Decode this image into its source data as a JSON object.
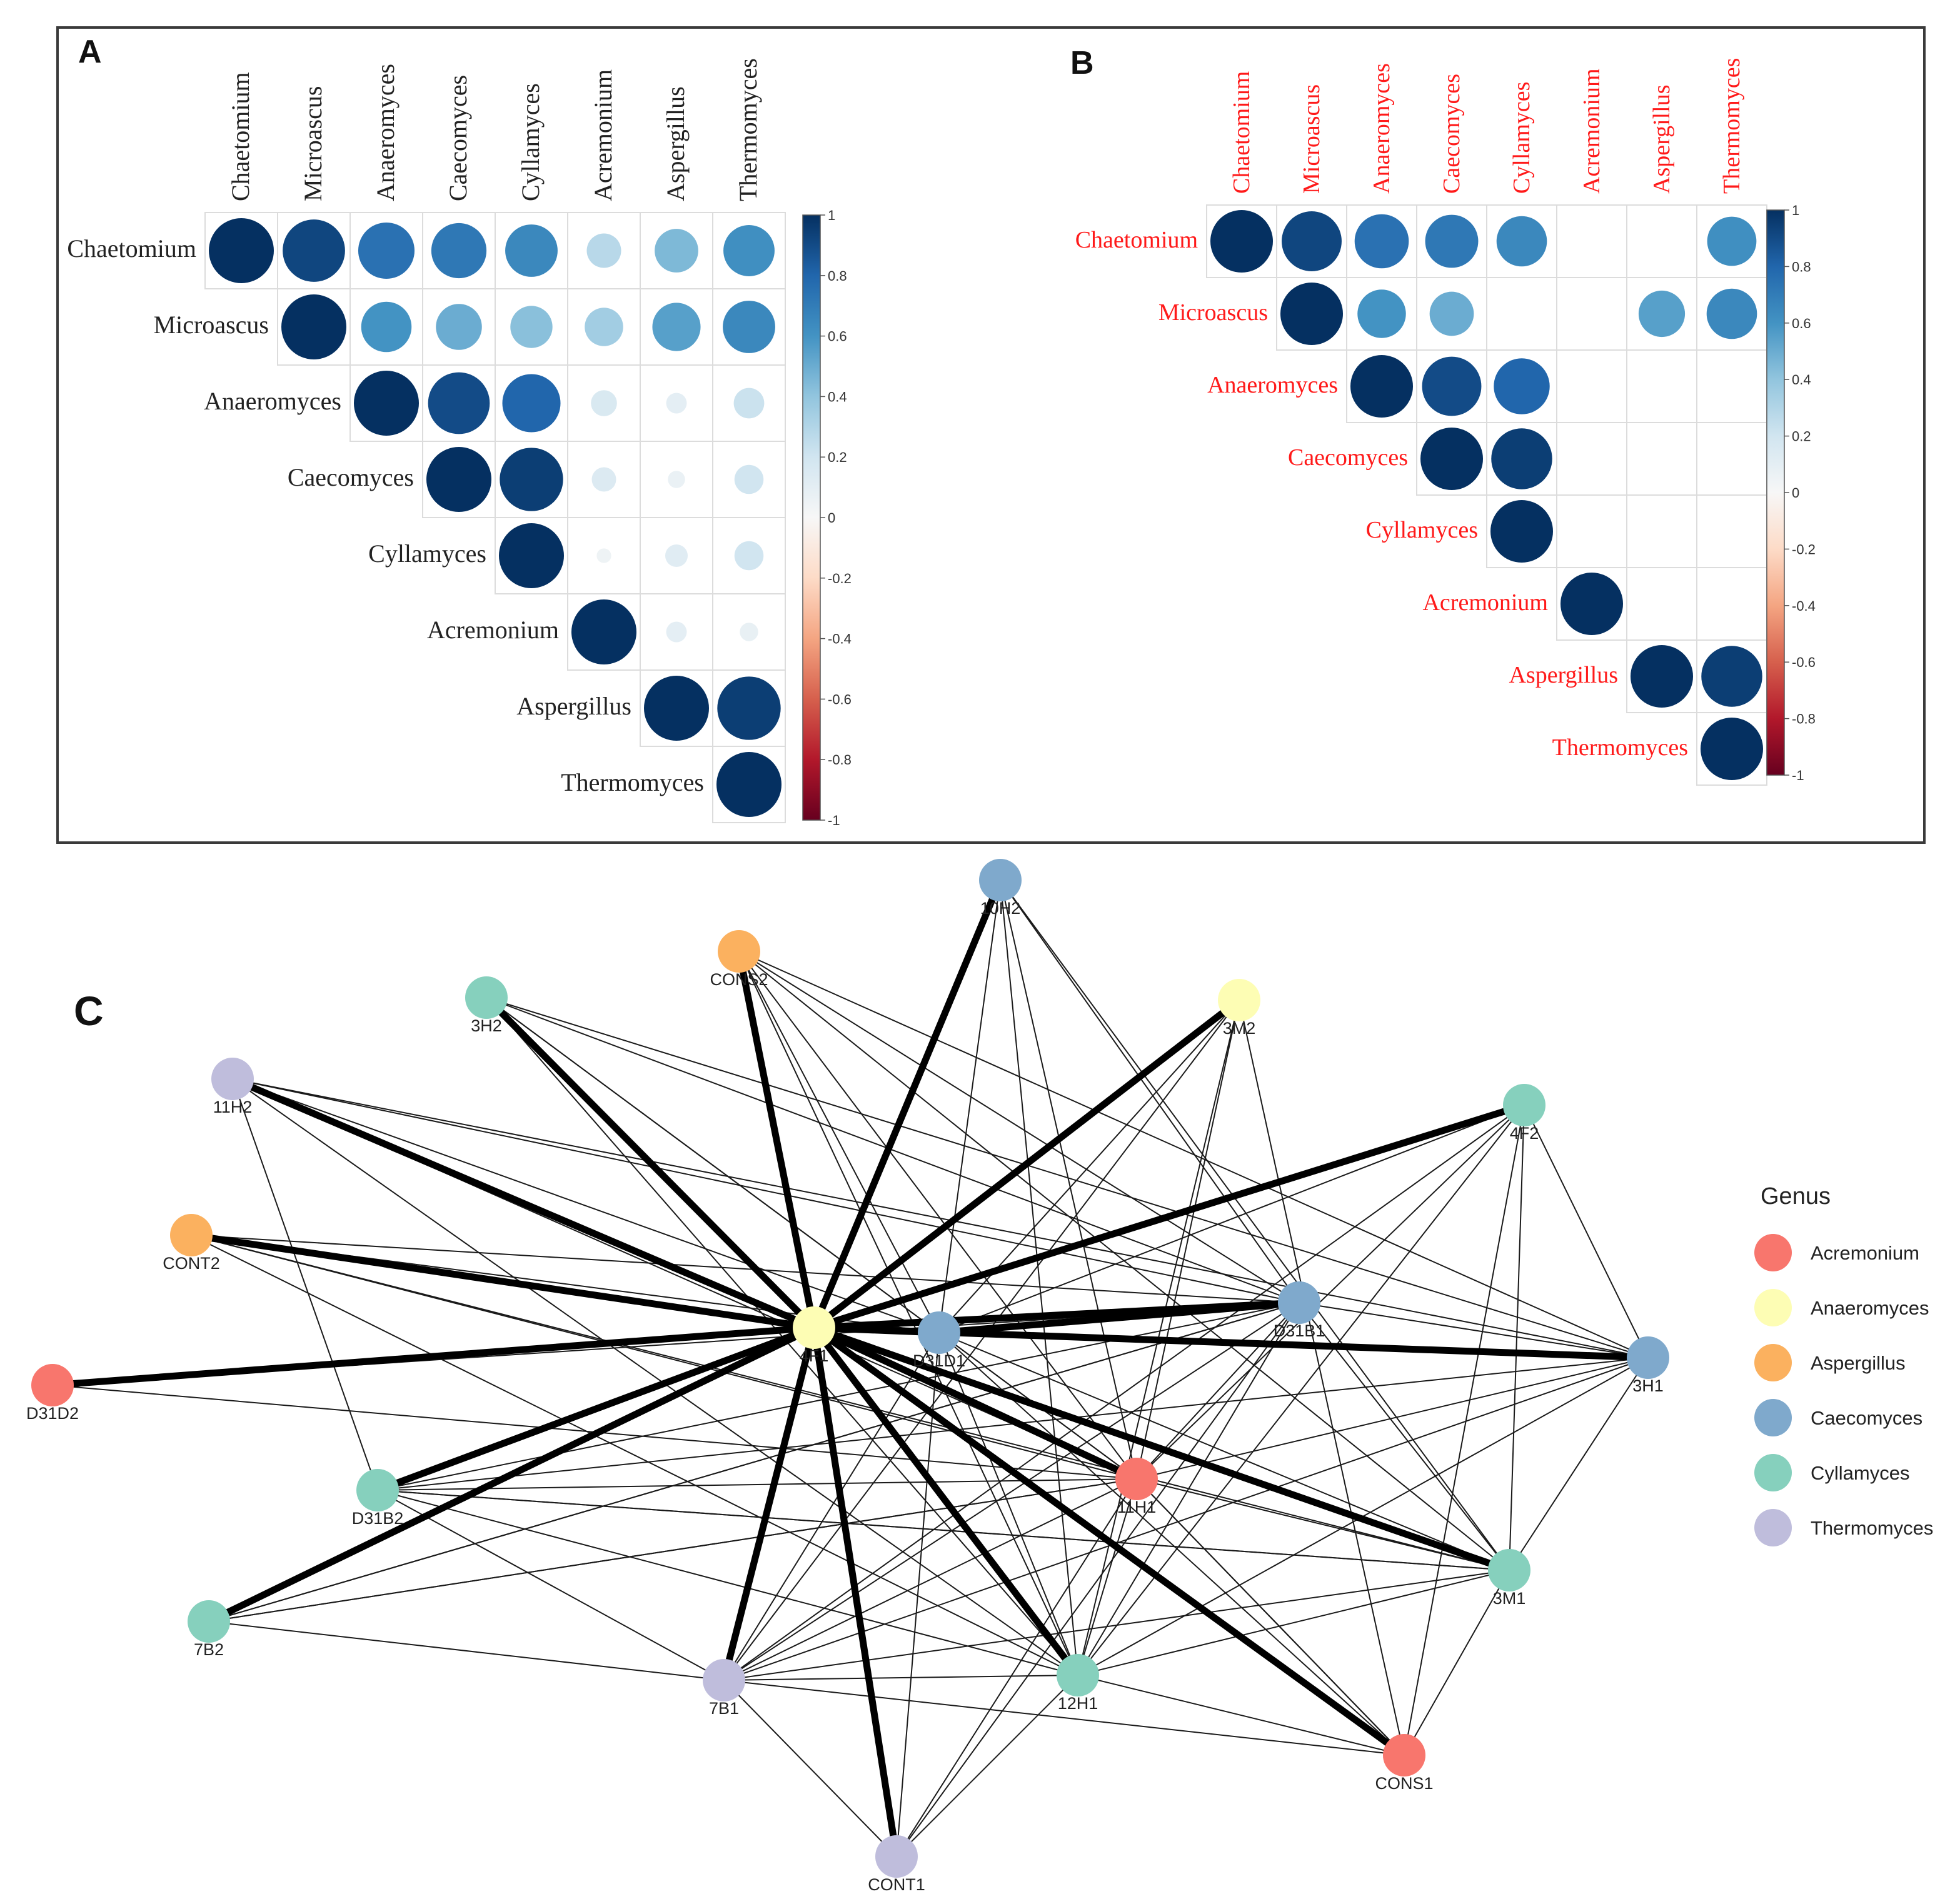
{
  "chart_data": [
    {
      "type": "heatmap",
      "panel_label": "A",
      "label_color": "#222222",
      "genera": [
        "Chaetomium",
        "Microascus",
        "Anaeromyces",
        "Caecomyces",
        "Cyllamyces",
        "Acremonium",
        "Aspergillus",
        "Thermomyces"
      ],
      "matrix": [
        [
          1.0,
          0.92,
          0.75,
          0.72,
          0.65,
          0.28,
          0.45,
          0.62
        ],
        [
          null,
          1.0,
          0.6,
          0.5,
          0.42,
          0.35,
          0.55,
          0.65
        ],
        [
          null,
          null,
          1.0,
          0.9,
          0.8,
          0.16,
          0.1,
          0.22
        ],
        [
          null,
          null,
          null,
          1.0,
          0.95,
          0.14,
          0.07,
          0.2
        ],
        [
          null,
          null,
          null,
          null,
          1.0,
          0.05,
          0.12,
          0.2
        ],
        [
          null,
          null,
          null,
          null,
          null,
          1.0,
          0.1,
          0.08
        ],
        [
          null,
          null,
          null,
          null,
          null,
          null,
          1.0,
          0.95
        ],
        [
          null,
          null,
          null,
          null,
          null,
          null,
          null,
          1.0
        ]
      ],
      "colorbar": {
        "range": [
          -1,
          1
        ],
        "ticks": [
          "1",
          "0.8",
          "0.6",
          "0.4",
          "0.2",
          "0",
          "-0.2",
          "-0.4",
          "-0.6",
          "-0.8",
          "-1"
        ]
      }
    },
    {
      "type": "heatmap",
      "panel_label": "B",
      "label_color": "#ff1a1a",
      "genera": [
        "Chaetomium",
        "Microascus",
        "Anaeromyces",
        "Caecomyces",
        "Cyllamyces",
        "Acremonium",
        "Aspergillus",
        "Thermomyces"
      ],
      "matrix": [
        [
          1.0,
          0.92,
          0.75,
          0.72,
          0.65,
          null,
          null,
          0.62
        ],
        [
          null,
          1.0,
          0.6,
          0.5,
          null,
          null,
          0.55,
          0.65
        ],
        [
          null,
          null,
          1.0,
          0.9,
          0.8,
          null,
          null,
          null
        ],
        [
          null,
          null,
          null,
          1.0,
          0.95,
          null,
          null,
          null
        ],
        [
          null,
          null,
          null,
          null,
          1.0,
          null,
          null,
          null
        ],
        [
          null,
          null,
          null,
          null,
          null,
          1.0,
          null,
          null
        ],
        [
          null,
          null,
          null,
          null,
          null,
          null,
          1.0,
          0.95
        ],
        [
          null,
          null,
          null,
          null,
          null,
          null,
          null,
          1.0
        ]
      ],
      "colorbar": {
        "range": [
          -1,
          1
        ],
        "ticks": [
          "1",
          "0.8",
          "0.6",
          "0.4",
          "0.2",
          "0",
          "-0.2",
          "-0.4",
          "-0.6",
          "-0.8",
          "-1"
        ]
      }
    },
    {
      "type": "network",
      "panel_label": "C",
      "legend": {
        "title": "Genus",
        "items": [
          {
            "genus": "Acremonium",
            "color": "#f8766d"
          },
          {
            "genus": "Anaeromyces",
            "color": "#fdfdb4"
          },
          {
            "genus": "Aspergillus",
            "color": "#fbb15f"
          },
          {
            "genus": "Caecomyces",
            "color": "#7fa9cc"
          },
          {
            "genus": "Cyllamyces",
            "color": "#86d0bd"
          },
          {
            "genus": "Thermomyces",
            "color": "#bfbddc"
          }
        ]
      },
      "nodes": [
        {
          "id": "4F1",
          "genus": "Anaeromyces"
        },
        {
          "id": "10H2",
          "genus": "Caecomyces"
        },
        {
          "id": "CONS2",
          "genus": "Aspergillus"
        },
        {
          "id": "3H2",
          "genus": "Cyllamyces"
        },
        {
          "id": "3M2",
          "genus": "Anaeromyces"
        },
        {
          "id": "11H2",
          "genus": "Thermomyces"
        },
        {
          "id": "4F2",
          "genus": "Cyllamyces"
        },
        {
          "id": "CONT2",
          "genus": "Aspergillus"
        },
        {
          "id": "D31B1",
          "genus": "Caecomyces"
        },
        {
          "id": "D31D1",
          "genus": "Caecomyces"
        },
        {
          "id": "3H1",
          "genus": "Caecomyces"
        },
        {
          "id": "D31D2",
          "genus": "Acremonium"
        },
        {
          "id": "11H1",
          "genus": "Acremonium"
        },
        {
          "id": "D31B2",
          "genus": "Cyllamyces"
        },
        {
          "id": "3M1",
          "genus": "Cyllamyces"
        },
        {
          "id": "7B2",
          "genus": "Cyllamyces"
        },
        {
          "id": "7B1",
          "genus": "Thermomyces"
        },
        {
          "id": "12H1",
          "genus": "Cyllamyces"
        },
        {
          "id": "CONS1",
          "genus": "Acremonium"
        },
        {
          "id": "CONT1",
          "genus": "Thermomyces"
        }
      ],
      "edges_thick": [
        [
          "4F1",
          "10H2"
        ],
        [
          "4F1",
          "CONS2"
        ],
        [
          "4F1",
          "3H2"
        ],
        [
          "4F1",
          "3M2"
        ],
        [
          "4F1",
          "11H2"
        ],
        [
          "4F1",
          "4F2"
        ],
        [
          "4F1",
          "CONT2"
        ],
        [
          "4F1",
          "D31B1"
        ],
        [
          "4F1",
          "D31D1"
        ],
        [
          "4F1",
          "3H1"
        ],
        [
          "4F1",
          "D31D2"
        ],
        [
          "4F1",
          "11H1"
        ],
        [
          "4F1",
          "D31B2"
        ],
        [
          "4F1",
          "3M1"
        ],
        [
          "4F1",
          "7B2"
        ],
        [
          "4F1",
          "7B1"
        ],
        [
          "4F1",
          "12H1"
        ],
        [
          "4F1",
          "CONS1"
        ],
        [
          "4F1",
          "CONT1"
        ],
        [
          "D31D1",
          "D31B1"
        ]
      ],
      "edges_thin": [
        [
          "10H2",
          "D31D1"
        ],
        [
          "10H2",
          "11H1"
        ],
        [
          "10H2",
          "D31B1"
        ],
        [
          "10H2",
          "12H1"
        ],
        [
          "10H2",
          "3M1"
        ],
        [
          "CONS2",
          "D31D1"
        ],
        [
          "CONS2",
          "11H1"
        ],
        [
          "CONS2",
          "D31B1"
        ],
        [
          "CONS2",
          "12H1"
        ],
        [
          "CONS2",
          "3M1"
        ],
        [
          "CONS2",
          "3H1"
        ],
        [
          "3H2",
          "D31D1"
        ],
        [
          "3H2",
          "11H1"
        ],
        [
          "3H2",
          "D31B1"
        ],
        [
          "3H2",
          "12H1"
        ],
        [
          "3H2",
          "3H1"
        ],
        [
          "3M2",
          "D31D1"
        ],
        [
          "3M2",
          "11H1"
        ],
        [
          "3M2",
          "CONS1"
        ],
        [
          "3M2",
          "12H1"
        ],
        [
          "3M2",
          "7B1"
        ],
        [
          "11H2",
          "D31B1"
        ],
        [
          "11H2",
          "D31D1"
        ],
        [
          "11H2",
          "11H1"
        ],
        [
          "11H2",
          "3H1"
        ],
        [
          "11H2",
          "12H1"
        ],
        [
          "11H2",
          "D31B2"
        ],
        [
          "4F2",
          "D31D1"
        ],
        [
          "4F2",
          "11H1"
        ],
        [
          "4F2",
          "3H1"
        ],
        [
          "4F2",
          "12H1"
        ],
        [
          "4F2",
          "3M1"
        ],
        [
          "4F2",
          "7B1"
        ],
        [
          "4F2",
          "CONS1"
        ],
        [
          "CONT2",
          "D31D1"
        ],
        [
          "CONT2",
          "11H1"
        ],
        [
          "CONT2",
          "D31B1"
        ],
        [
          "CONT2",
          "3M1"
        ],
        [
          "CONT2",
          "12H1"
        ],
        [
          "D31D2",
          "11H1"
        ],
        [
          "D31D2",
          "D31B1"
        ],
        [
          "D31B1",
          "11H1"
        ],
        [
          "D31B1",
          "12H1"
        ],
        [
          "D31B1",
          "7B1"
        ],
        [
          "D31B1",
          "D31B2"
        ],
        [
          "D31B1",
          "3M1"
        ],
        [
          "D31B1",
          "CONT1"
        ],
        [
          "D31B1",
          "3H1"
        ],
        [
          "D31B1",
          "7B2"
        ],
        [
          "D31D1",
          "11H1"
        ],
        [
          "D31D1",
          "12H1"
        ],
        [
          "D31D1",
          "CONT1"
        ],
        [
          "D31D1",
          "3M1"
        ],
        [
          "D31D1",
          "CONS1"
        ],
        [
          "D31D1",
          "7B1"
        ],
        [
          "3H1",
          "11H1"
        ],
        [
          "3H1",
          "12H1"
        ],
        [
          "3H1",
          "3M1"
        ],
        [
          "3H1",
          "7B1"
        ],
        [
          "3H1",
          "D31B2"
        ],
        [
          "11H1",
          "12H1"
        ],
        [
          "11H1",
          "7B1"
        ],
        [
          "11H1",
          "D31B2"
        ],
        [
          "11H1",
          "CONT1"
        ],
        [
          "11H1",
          "CONS1"
        ],
        [
          "11H1",
          "3M1"
        ],
        [
          "11H1",
          "7B2"
        ],
        [
          "D31B2",
          "12H1"
        ],
        [
          "D31B2",
          "3M1"
        ],
        [
          "D31B2",
          "7B1"
        ],
        [
          "3M1",
          "12H1"
        ],
        [
          "3M1",
          "7B1"
        ],
        [
          "3M1",
          "CONS1"
        ],
        [
          "3M1",
          "D31B2"
        ],
        [
          "7B2",
          "11H1"
        ],
        [
          "7B2",
          "D31B1"
        ],
        [
          "7B2",
          "7B1"
        ],
        [
          "7B1",
          "12H1"
        ],
        [
          "7B1",
          "CONS1"
        ],
        [
          "7B1",
          "CONT1"
        ],
        [
          "12H1",
          "CONS1"
        ],
        [
          "12H1",
          "CONT1"
        ],
        [
          "CONS1",
          "11H1"
        ]
      ]
    }
  ]
}
